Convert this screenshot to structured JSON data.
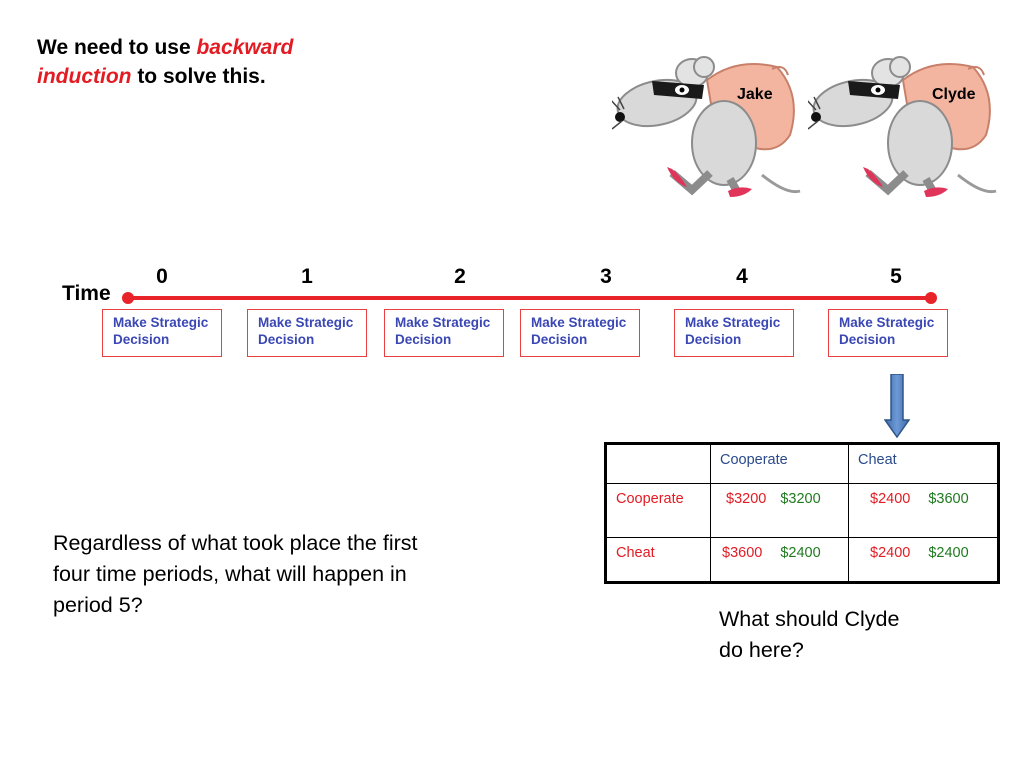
{
  "title": {
    "part1": "We need to use ",
    "emphasis": "backward induction",
    "part2": " to solve this."
  },
  "characters": [
    {
      "name": "Jake"
    },
    {
      "name": "Clyde"
    }
  ],
  "timeline": {
    "label": "Time",
    "ticks": [
      "0",
      "1",
      "2",
      "3",
      "4",
      "5"
    ],
    "decision_label": "Make Strategic Decision",
    "colors": {
      "line": "#e8232a",
      "decision_text": "#3a47b4"
    }
  },
  "payoff_table": {
    "columns": [
      "",
      "Cooperate",
      "Cheat"
    ],
    "rows": [
      {
        "label": "Cooperate",
        "cells": [
          [
            "$3200",
            "$3200"
          ],
          [
            "$2400",
            "$3600"
          ]
        ]
      },
      {
        "label": "Cheat",
        "cells": [
          [
            "$3600",
            "$2400"
          ],
          [
            "$2400",
            "$2400"
          ]
        ]
      }
    ]
  },
  "question": "Regardless of what took place the first four time periods, what will happen in period 5?",
  "followup": "What should Clyde do here?"
}
